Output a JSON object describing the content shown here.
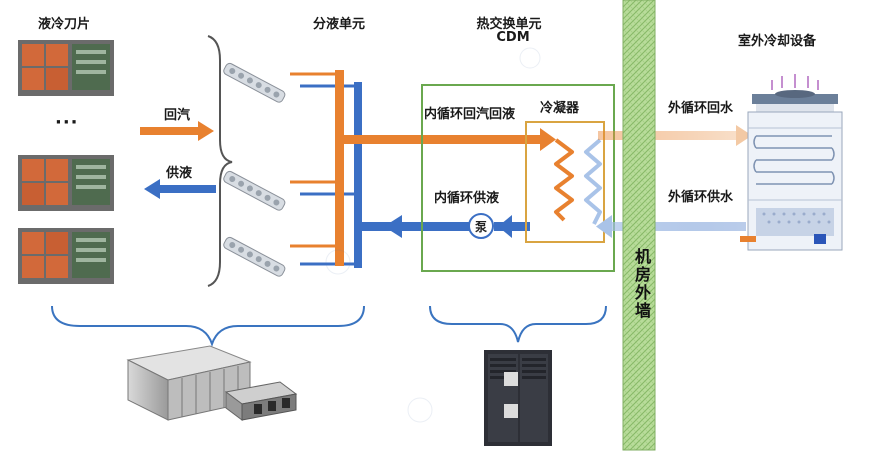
{
  "labels": {
    "blades": "液冷刀片",
    "ellipsis": "···",
    "return_gas": "回汽",
    "supply_liquid": "供液",
    "distribution_unit": "分液单元",
    "cdm_title": "热交换单元",
    "cdm_sub": "CDM",
    "inner_return": "内循环回汽回液",
    "condenser": "冷凝器",
    "inner_supply": "内循环供液",
    "pump": "泵",
    "outer_return": "外循环回水",
    "outer_supply": "外循环供水",
    "outdoor_cooling": "室外冷却设备",
    "wall": "机房外墙"
  },
  "colors": {
    "orange": "#e8812f",
    "blue": "#3b6fc4",
    "light_orange": "#f3c9a4",
    "light_blue": "#a9c3e8",
    "wall_green": "#a9d18e",
    "box_green": "#6aa84f",
    "box_gold": "#d9a441",
    "bracket_blue": "#3a74c0"
  }
}
